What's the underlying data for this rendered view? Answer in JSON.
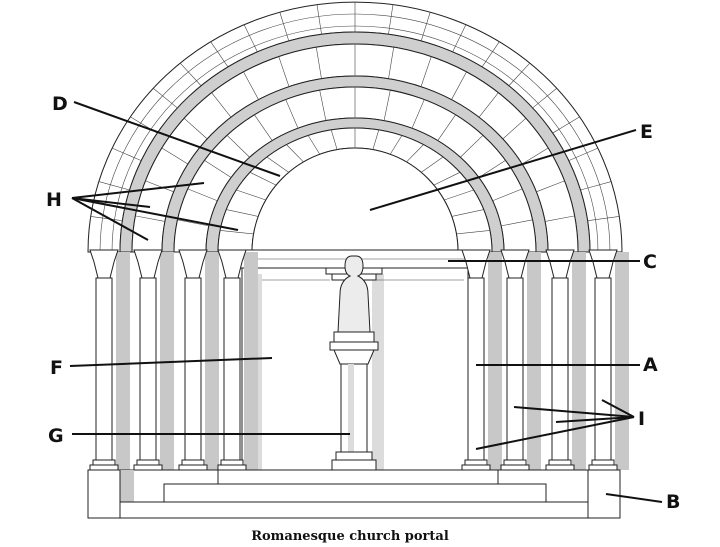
{
  "caption": "Romanesque church portal",
  "labels": {
    "A": "A",
    "B": "B",
    "C": "C",
    "D": "D",
    "E": "E",
    "F": "F",
    "G": "G",
    "H": "H",
    "I": "I"
  },
  "colors": {
    "line": "#111111",
    "shade": "#c8c8c8",
    "light": "#ececec",
    "paper": "#ffffff"
  }
}
